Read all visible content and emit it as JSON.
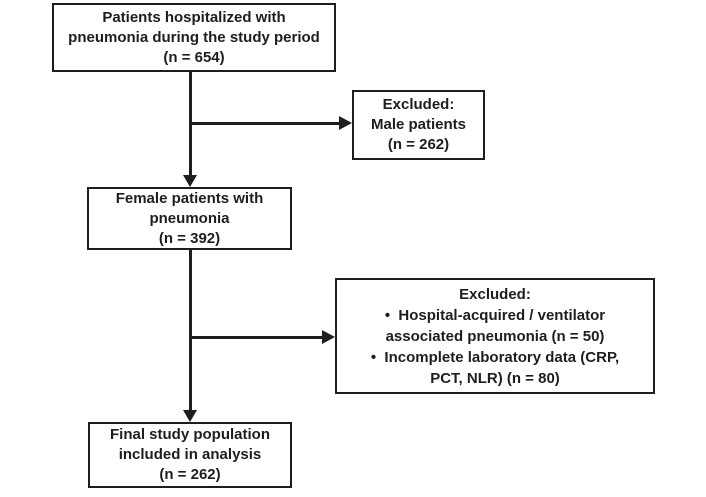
{
  "diagram": {
    "type": "patient-flow-chart",
    "background_color": "#ffffff",
    "line_color": "#1e1e1e",
    "boxes": {
      "enrolled": {
        "lines": [
          "Patients hospitalized with",
          "pneumonia during the study period",
          "(n = 654)"
        ]
      },
      "excluded_male": {
        "lines": [
          "Excluded:",
          "Male patients",
          "(n = 262)"
        ]
      },
      "female": {
        "lines": [
          "Female patients with",
          "pneumonia",
          "(n = 392)"
        ]
      },
      "excluded_lab": {
        "lines": [
          "Excluded:",
          "•  Hospital-acquired / ventilator",
          "associated pneumonia (n = 50)",
          "•  Incomplete laboratory data (CRP,",
          "PCT, NLR) (n = 80)"
        ]
      },
      "final": {
        "lines": [
          "Final study population",
          "included in analysis",
          "(n = 262)"
        ]
      }
    }
  }
}
